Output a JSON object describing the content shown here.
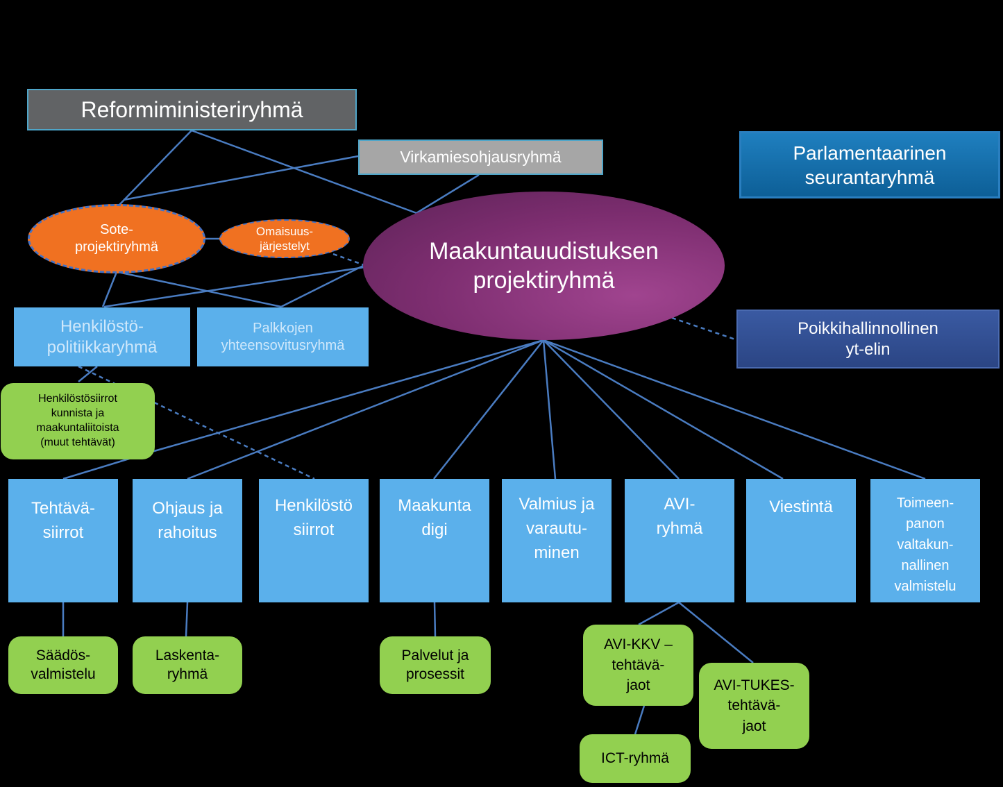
{
  "nodes": {
    "reformiministeriryhma": "Reformiministeriryhmä",
    "virkamiesohjausryhma": "Virkamiesohjausryhmä",
    "parlamentaarinen": "Parlamentaarinen\nseurantaryhmä",
    "sote": "Sote-\nprojektiryhmä",
    "omaisuus": "Omaisuus-\njärjestelyt",
    "maakunta_projekti": "Maakuntauudistuksen\nprojektiryhmä",
    "henkilostopolitiikka": "Henkilöstö-\npolitiikkaryhmä",
    "palkkojen": "Palkkojen\nyhteensovitusryhmä",
    "poikkihallinnollinen": "Poikkihallinnollinen\nyt-elin",
    "henkilostosiirrot_kunnista": "Henkilöstösiirrot\nkunnista ja\nmaakuntaliitoista\n(muut tehtävät)",
    "tehtavasiirrot": "Tehtävä-\nsiirrot",
    "ohjaus": "Ohjaus ja\nrahoitus",
    "henkilostosiirrot": "Henkilöstö\nsiirrot",
    "maakuntadigi": "Maakunta\ndigi",
    "valmius": "Valmius ja\nvarautu-\nminen",
    "avi_ryhma": "AVI-\nryhmä",
    "viestinta": "Viestintä",
    "toimeenpano": "Toimeen-\npanon\nvaltakun-\nnallinen\nvalmistelu",
    "saados": "Säädös-\nvalmistelu",
    "laskenta": "Laskenta-\nryhmä",
    "palvelut": "Palvelut ja\nprosessit",
    "avi_kkv": "AVI-KKV –\ntehtävä-\njaot",
    "avi_tukes": "AVI-TUKES-\ntehtävä-\njaot",
    "ict": "ICT-ryhmä"
  },
  "colors": {
    "background": "#000000",
    "connector": "#4a7cc1",
    "orange": "#f07121",
    "purple": "#8a3580",
    "sky": "#5bb0eb",
    "green": "#92d050",
    "gray_dark": "#616365",
    "gray_light": "#a6a6a6",
    "blue_dark": "#1273b5",
    "navy": "#2f4f95"
  }
}
